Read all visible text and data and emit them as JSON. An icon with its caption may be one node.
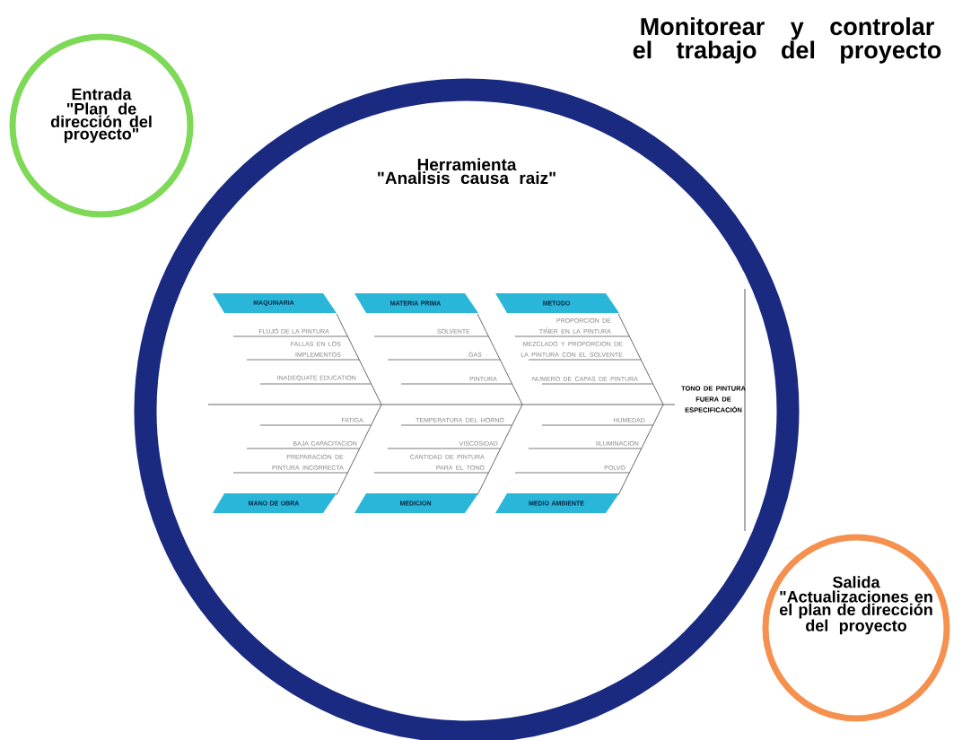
{
  "diagram": {
    "title": "Monitorear y controlar el trabajo del proyecto",
    "nodes": [
      {
        "text": [
          "Entrada",
          "\"Plan de dirección del proyecto\""
        ]
      },
      {
        "text": [
          "Herramienta",
          "\"Analisis causa raiz\""
        ]
      },
      {
        "text": [
          "MAQUINARIA"
        ],
        "in": 1
      },
      {
        "text": [
          "MATERIA PRIMA"
        ],
        "in": 1
      },
      {
        "text": [
          "METODO"
        ],
        "in": 1
      },
      {
        "text": [
          "TONO DE PINTURA FUERA DE ESPECIFICACIÓN"
        ],
        "in": 1
      },
      {
        "text": [
          "MANO DE OBRA"
        ],
        "in": 1
      },
      {
        "text": [
          "MEDICION"
        ],
        "in": 1
      },
      {
        "text": [
          "MEDIO AMBIENTE"
        ],
        "in": 1
      },
      {
        "text": [
          "Salida",
          "\"Actualizaciones en el plan de dirección del proyecto"
        ]
      }
    ],
    "labels": [
      "FLUJO DE LA PINTURA",
      "SOLVENTE",
      "PROPORCION DE TIÑER EN LA PINTURA",
      "FALLAS EN LOS IMPLEMENTOS",
      "GAS",
      "MEZCLADO Y PROPORCION DE LA PINTURA CON EL SOLVENTE",
      "INADEQUATE EDUCATION",
      "PINTURA",
      "NUMERO DE CAPAS DE PINTURA",
      "FATIGA",
      "TEMPERATURA DEL HORNO",
      "HUMEDAD",
      "BAJA CAPACITACION",
      "VISCOSIDAD",
      "IILUMINACION",
      "PREPARACION DE PINTURA INCORRECTA",
      "CANTIDAD DE PINTURA PARA EL TONO",
      "POLVO"
    ]
  }
}
